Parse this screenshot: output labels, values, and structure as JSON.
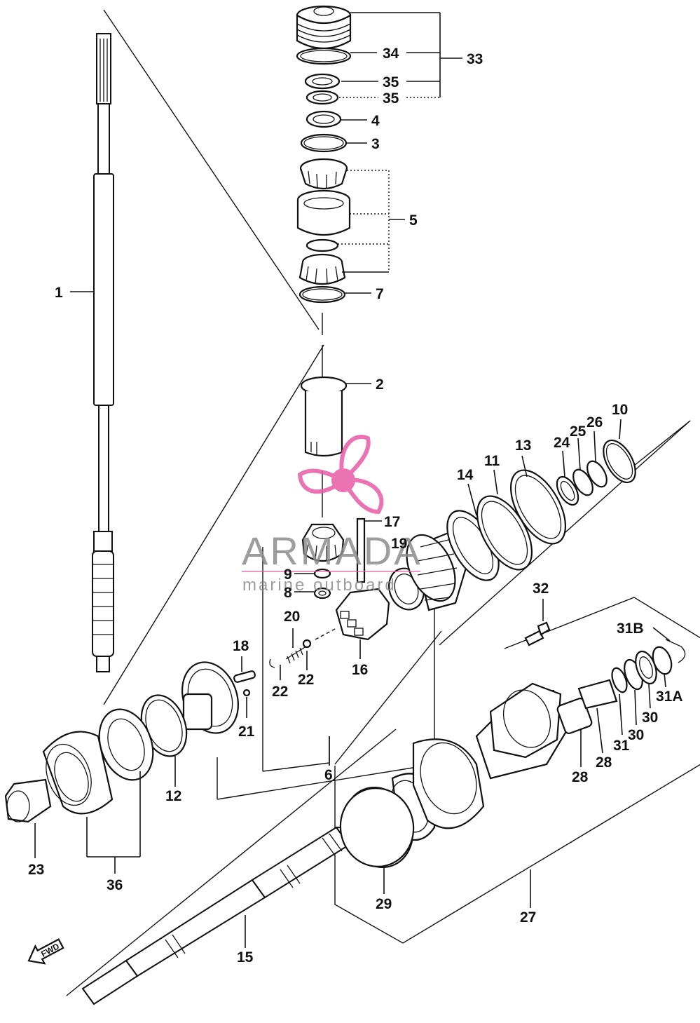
{
  "callouts": {
    "c1": "1",
    "c2": "2",
    "c3": "3",
    "c4": "4",
    "c5": "5",
    "c6": "6",
    "c7": "7",
    "c8": "8",
    "c9": "9",
    "c10": "10",
    "c11": "11",
    "c12": "12",
    "c13": "13",
    "c14": "14",
    "c15": "15",
    "c16": "16",
    "c17": "17",
    "c18": "18",
    "c19": "19",
    "c20": "20",
    "c21": "21",
    "c22a": "22",
    "c22b": "22",
    "c23": "23",
    "c24": "24",
    "c25": "25",
    "c26": "26",
    "c27": "27",
    "c28a": "28",
    "c28b": "28",
    "c29": "29",
    "c30a": "30",
    "c30b": "30",
    "c31": "31",
    "c31a": "31A",
    "c31b": "31B",
    "c32": "32",
    "c33": "33",
    "c34": "34",
    "c35a": "35",
    "c35b": "35",
    "c36": "36"
  },
  "watermark": {
    "title": "ARMADA",
    "subtitle": "marine outboard",
    "color": "#e85aa6",
    "icon": "propeller-icon"
  },
  "fwd_arrow": {
    "label": "FWD",
    "icon": "forward-arrow-icon"
  },
  "colors": {
    "line": "#111111",
    "background": "#ffffff",
    "watermark": "#e85aa6"
  }
}
